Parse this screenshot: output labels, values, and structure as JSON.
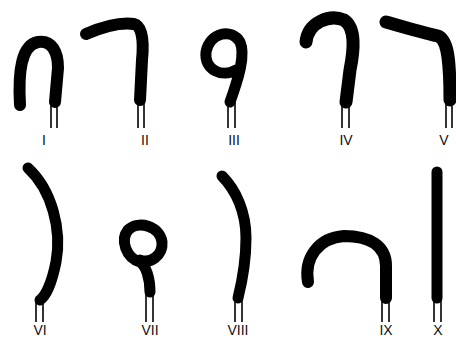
{
  "diagram": {
    "labels": [
      "I",
      "II",
      "III",
      "IV",
      "V",
      "VI",
      "VII",
      "VIII",
      "IX",
      "X"
    ]
  }
}
